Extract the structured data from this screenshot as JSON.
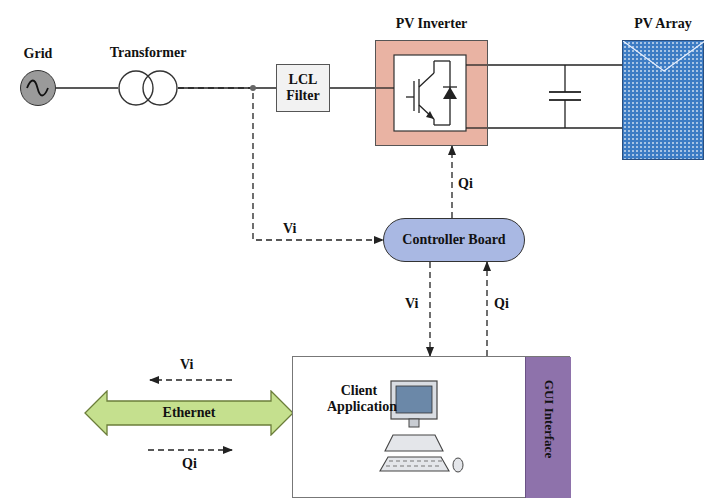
{
  "diagram": {
    "nodes": [
      {
        "text": [
          "Grid"
        ]
      },
      {
        "text": [
          "Transformer"
        ]
      },
      {
        "text": [
          "LCL Filter"
        ]
      },
      {
        "text": [
          "PV Inverter"
        ]
      },
      {
        "text": [
          "PV Array"
        ]
      },
      {
        "text": [
          "Controller Board"
        ]
      },
      {
        "text": [
          "Ethernet"
        ]
      },
      {
        "text": [
          "Client Application"
        ]
      },
      {
        "text": [
          "GUI Interface"
        ],
        "in": 7
      }
    ],
    "edges": [
      {
        "from": 0,
        "to": 1,
        "arrow": "none"
      },
      {
        "from": 1,
        "to": 2,
        "arrow": "none"
      },
      {
        "from": 2,
        "to": 3,
        "arrow": "none"
      },
      {
        "from": 3,
        "to": 4,
        "arrow": "none"
      },
      {
        "from": 1,
        "to": 5,
        "label": "Vi",
        "arrow": "to"
      },
      {
        "from": 5,
        "to": 3,
        "label": "Qi",
        "arrow": "to"
      },
      {
        "from": 5,
        "to": 7,
        "label": "Vi",
        "arrow": "to"
      },
      {
        "from": 7,
        "to": 5,
        "label": "Qi",
        "arrow": "to"
      }
    ],
    "labels": [
      "Vi",
      "Qi"
    ]
  }
}
